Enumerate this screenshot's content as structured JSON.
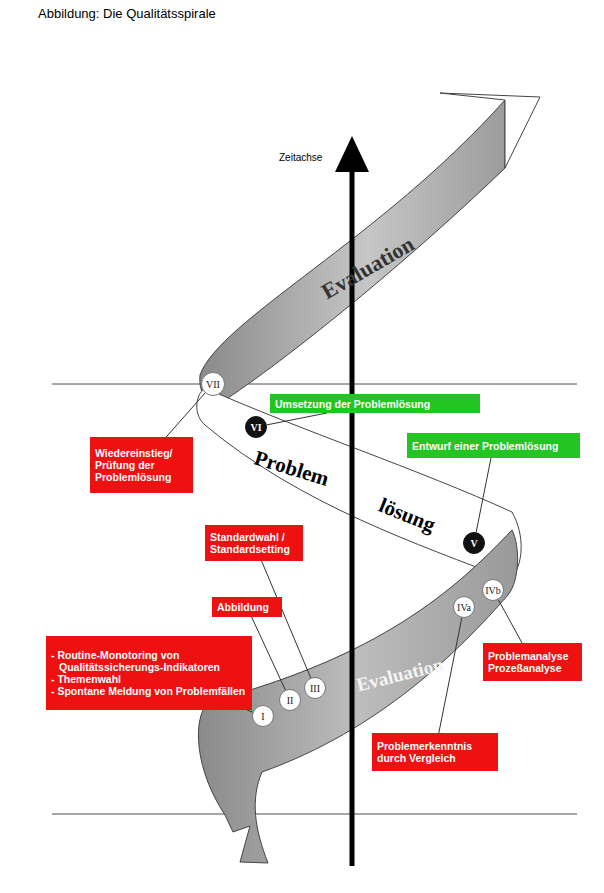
{
  "diagram": {
    "title": "Abbildung: Die Qualitätsspirale",
    "nodes": [
      {
        "text": [
          "Evaluation"
        ]
      },
      {
        "text": [
          "VII"
        ]
      },
      {
        "text": [
          "VI"
        ]
      },
      {
        "text": [
          "Umsetzung der Problemlösung"
        ]
      },
      {
        "text": [
          "Wiedereinstieg/ Prüfung der Problemlösung"
        ]
      },
      {
        "text": [
          "Problem",
          "lösung"
        ]
      },
      {
        "text": [
          "Entwurf einer Problemlösung"
        ]
      },
      {
        "text": [
          "V"
        ]
      },
      {
        "text": [
          "Standardwahl / Standardsetting"
        ]
      },
      {
        "text": [
          "Abbildung"
        ]
      },
      {
        "text": [
          "IVb"
        ]
      },
      {
        "text": [
          "IVa"
        ]
      },
      {
        "text": [
          "Problemanalyse Prozeßanalyse"
        ]
      },
      {
        "text": [
          "- Routine-Monotoring von Qualitätssicherungs-Indikatoren",
          "- Themenwahl",
          "- Spontane Meldung von Problemfällen"
        ]
      },
      {
        "text": [
          "I"
        ]
      },
      {
        "text": [
          "II"
        ]
      },
      {
        "text": [
          "III"
        ]
      },
      {
        "text": [
          "Problemerkenntnis durch Vergleich"
        ]
      },
      {
        "text": [
          "Evaluation"
        ]
      }
    ],
    "edges": [
      {
        "from": 4,
        "to": 1,
        "arrow": "none"
      },
      {
        "from": 3,
        "to": 2,
        "arrow": "none"
      },
      {
        "from": 6,
        "to": 7,
        "arrow": "none"
      },
      {
        "from": 8,
        "to": 16,
        "arrow": "none"
      },
      {
        "from": 9,
        "to": 15,
        "arrow": "none"
      },
      {
        "from": 13,
        "to": 14,
        "arrow": "none"
      },
      {
        "from": 12,
        "to": 10,
        "arrow": "none"
      },
      {
        "from": 17,
        "to": 11,
        "arrow": "none"
      }
    ],
    "labels": [
      "Zeitachse"
    ]
  }
}
